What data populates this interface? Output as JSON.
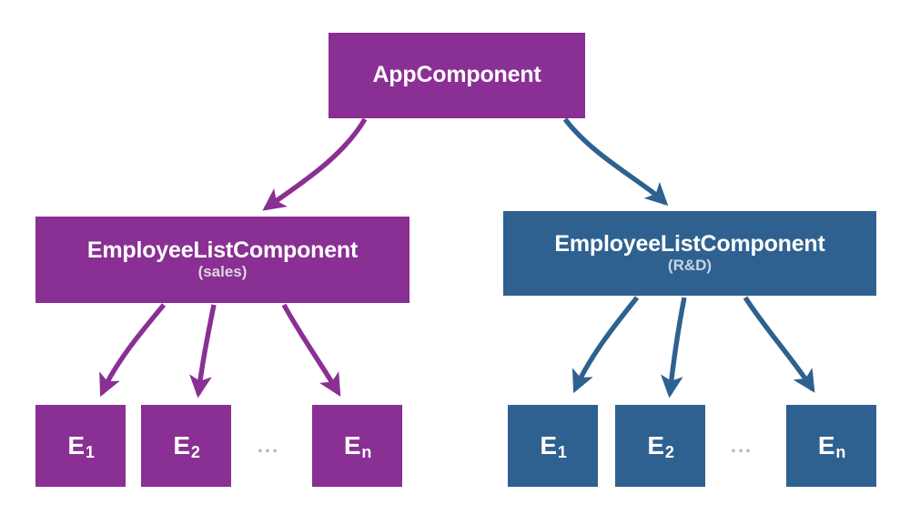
{
  "diagram": {
    "title": "Angular component tree with two EmployeeListComponent branches",
    "background_color": "#ffffff",
    "colors": {
      "purple": "#8a2f94",
      "blue": "#2e6190",
      "subtitle_purple": "#dcd7de",
      "subtitle_blue": "#c9d4de",
      "ellipsis": "#b5b5b5",
      "node_text": "#ffffff"
    }
  },
  "root": {
    "label": "AppComponent"
  },
  "branches": [
    {
      "id": "sales",
      "label": "EmployeeListComponent",
      "sublabel": "(sales)",
      "color": "#8a2f94",
      "leaves": [
        {
          "label": "E",
          "index": "1"
        },
        {
          "label": "E",
          "index": "2"
        },
        {
          "label": "E",
          "index": "n"
        }
      ],
      "ellipsis": "..."
    },
    {
      "id": "rnd",
      "label": "EmployeeListComponent",
      "sublabel": "(R&D)",
      "color": "#2e6190",
      "leaves": [
        {
          "label": "E",
          "index": "1"
        },
        {
          "label": "E",
          "index": "2"
        },
        {
          "label": "E",
          "index": "n"
        }
      ],
      "ellipsis": "..."
    }
  ]
}
